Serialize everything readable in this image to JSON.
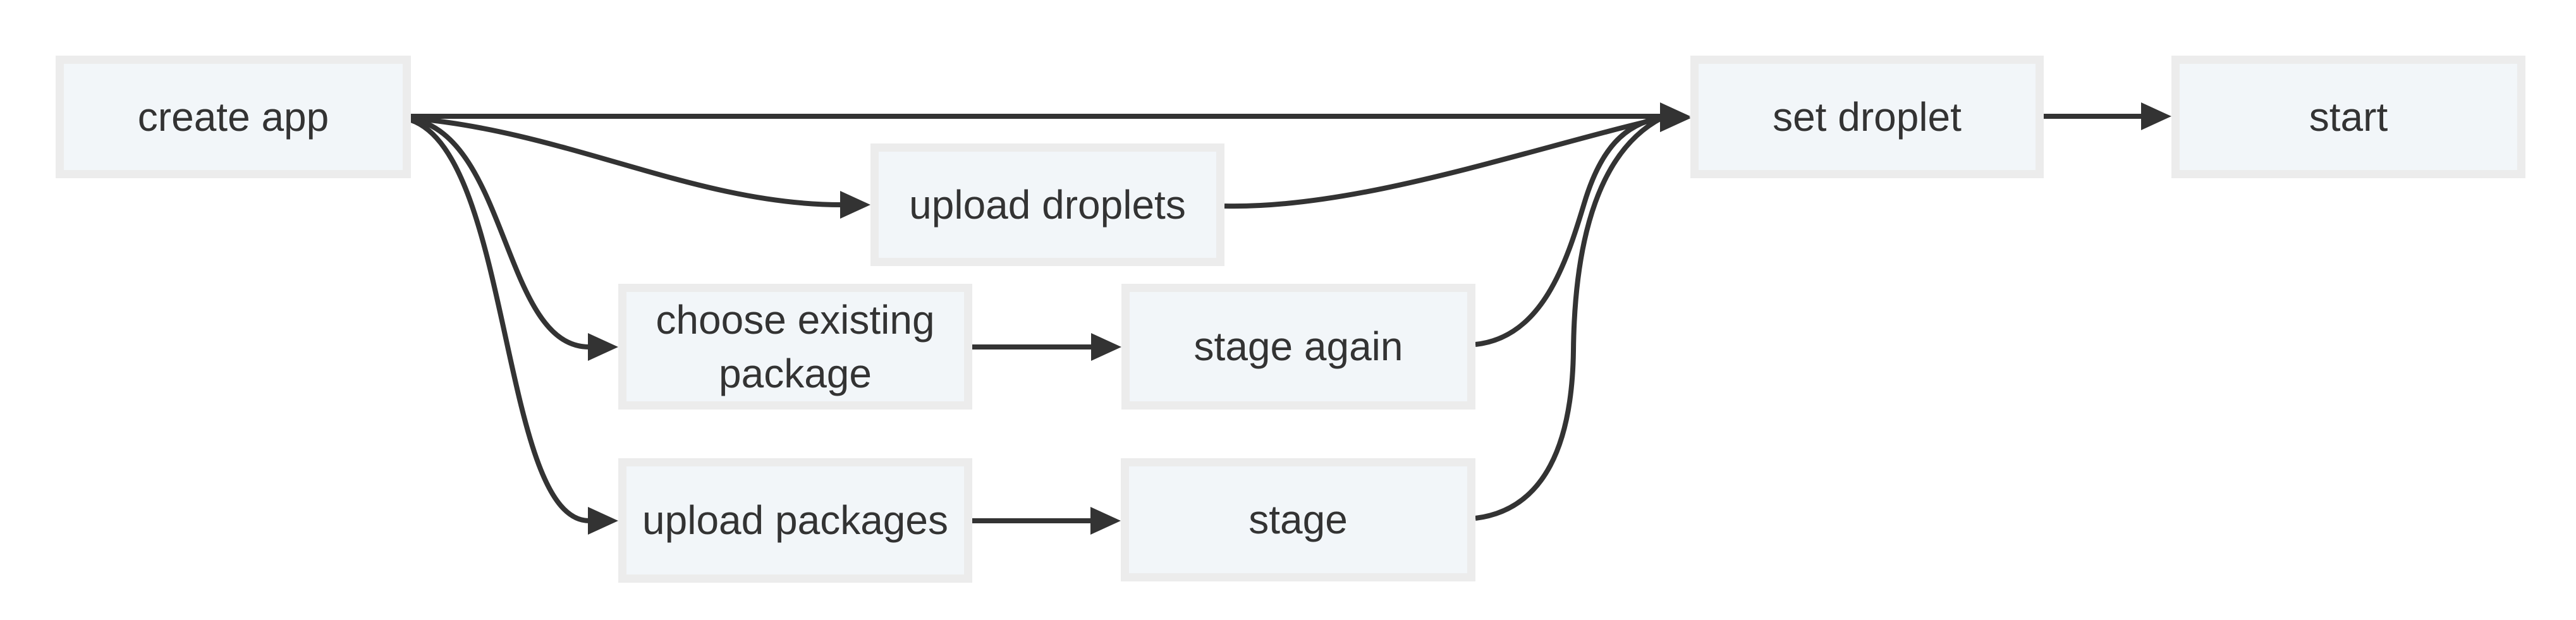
{
  "diagram": {
    "type": "flowchart",
    "direction": "left-to-right",
    "background": "#ffffff",
    "colors": {
      "node_fill": "#f2f6f9",
      "node_border": "#ececec",
      "edge": "#333333",
      "arrowhead": "#333333",
      "text": "#333333"
    },
    "nodes": {
      "create_app": {
        "label": "create app"
      },
      "upload_droplets": {
        "label": "upload droplets"
      },
      "choose_existing_package": {
        "label": "choose existing\npackage"
      },
      "stage_again": {
        "label": "stage again"
      },
      "upload_packages": {
        "label": "upload packages"
      },
      "stage": {
        "label": "stage"
      },
      "set_droplet": {
        "label": "set droplet"
      },
      "start": {
        "label": "start"
      }
    },
    "edges": [
      {
        "from": "create app",
        "to": "set droplet"
      },
      {
        "from": "create app",
        "to": "upload droplets"
      },
      {
        "from": "create app",
        "to": "choose existing package"
      },
      {
        "from": "create app",
        "to": "upload packages"
      },
      {
        "from": "upload droplets",
        "to": "set droplet"
      },
      {
        "from": "choose existing package",
        "to": "stage again"
      },
      {
        "from": "upload packages",
        "to": "stage"
      },
      {
        "from": "stage again",
        "to": "set droplet"
      },
      {
        "from": "stage",
        "to": "set droplet"
      },
      {
        "from": "set droplet",
        "to": "start"
      }
    ]
  }
}
